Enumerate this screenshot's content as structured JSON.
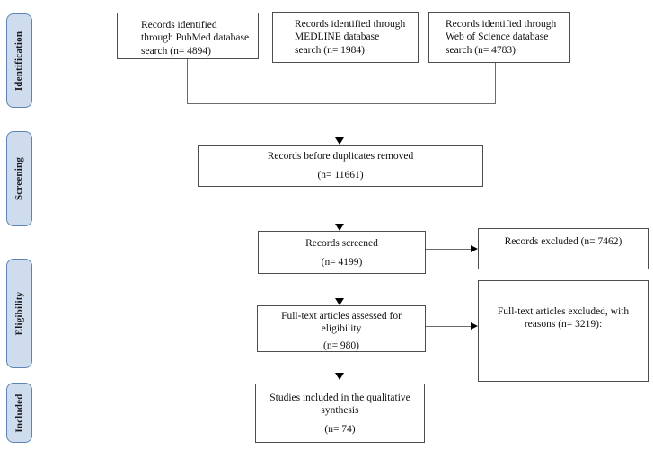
{
  "sidebar": {
    "items": [
      {
        "label": "Identification"
      },
      {
        "label": "Screening"
      },
      {
        "label": "Eligibility"
      },
      {
        "label": "Included"
      }
    ]
  },
  "boxes": {
    "pubmed": {
      "text": "Records identified\nthrough PubMed database\nsearch (n= 4894)"
    },
    "medline": {
      "text": "Records identified through\nMEDLINE database\nsearch (n= 1984)"
    },
    "web_of_science": {
      "text": "Records identified through\nWeb of Science database\nsearch (n= 4783)"
    },
    "duplicates_removed": {
      "title": "Records before duplicates removed",
      "count": "(n= 11661)"
    },
    "records_screened": {
      "title": "Records screened",
      "count": "(n= 4199)"
    },
    "records_excluded": {
      "text": "Records excluded (n= 7462)"
    },
    "fulltext_assessed": {
      "title": "Full-text articles assessed for\neligibility",
      "count": "(n= 980)"
    },
    "fulltext_excluded": {
      "text": "Full-text articles excluded, with\nreasons (n= 3219):"
    },
    "qualitative_included": {
      "title": "Studies included in the qualitative\nsynthesis",
      "count": "(n= 74)"
    }
  },
  "colors": {
    "stage_fill": "#cfdcee",
    "stage_border": "#5c83b4",
    "box_border": "#4d4d4d",
    "connector": "#6b6b6b",
    "arrowhead": "#000000"
  }
}
